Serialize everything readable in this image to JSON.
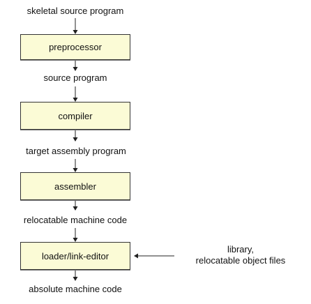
{
  "diagram": {
    "nodes": [
      {
        "id": "skeletal-source-program",
        "label": "skeletal source program",
        "kind": "text"
      },
      {
        "id": "preprocessor",
        "label": "preprocessor",
        "kind": "box"
      },
      {
        "id": "source-program",
        "label": "source program",
        "kind": "text"
      },
      {
        "id": "compiler",
        "label": "compiler",
        "kind": "box"
      },
      {
        "id": "target-assembly-program",
        "label": "target assembly program",
        "kind": "text"
      },
      {
        "id": "assembler",
        "label": "assembler",
        "kind": "box"
      },
      {
        "id": "relocatable-machine-code",
        "label": "relocatable machine code",
        "kind": "text"
      },
      {
        "id": "loader-link-editor",
        "label": "loader/link-editor",
        "kind": "box"
      },
      {
        "id": "absolute-machine-code",
        "label": "absolute machine code",
        "kind": "text"
      }
    ],
    "side_input": {
      "line1": "library,",
      "line2": "relocatable object files"
    },
    "colors": {
      "box_fill": "#fbfbd6",
      "stroke": "#202020",
      "text": "#111111"
    }
  }
}
